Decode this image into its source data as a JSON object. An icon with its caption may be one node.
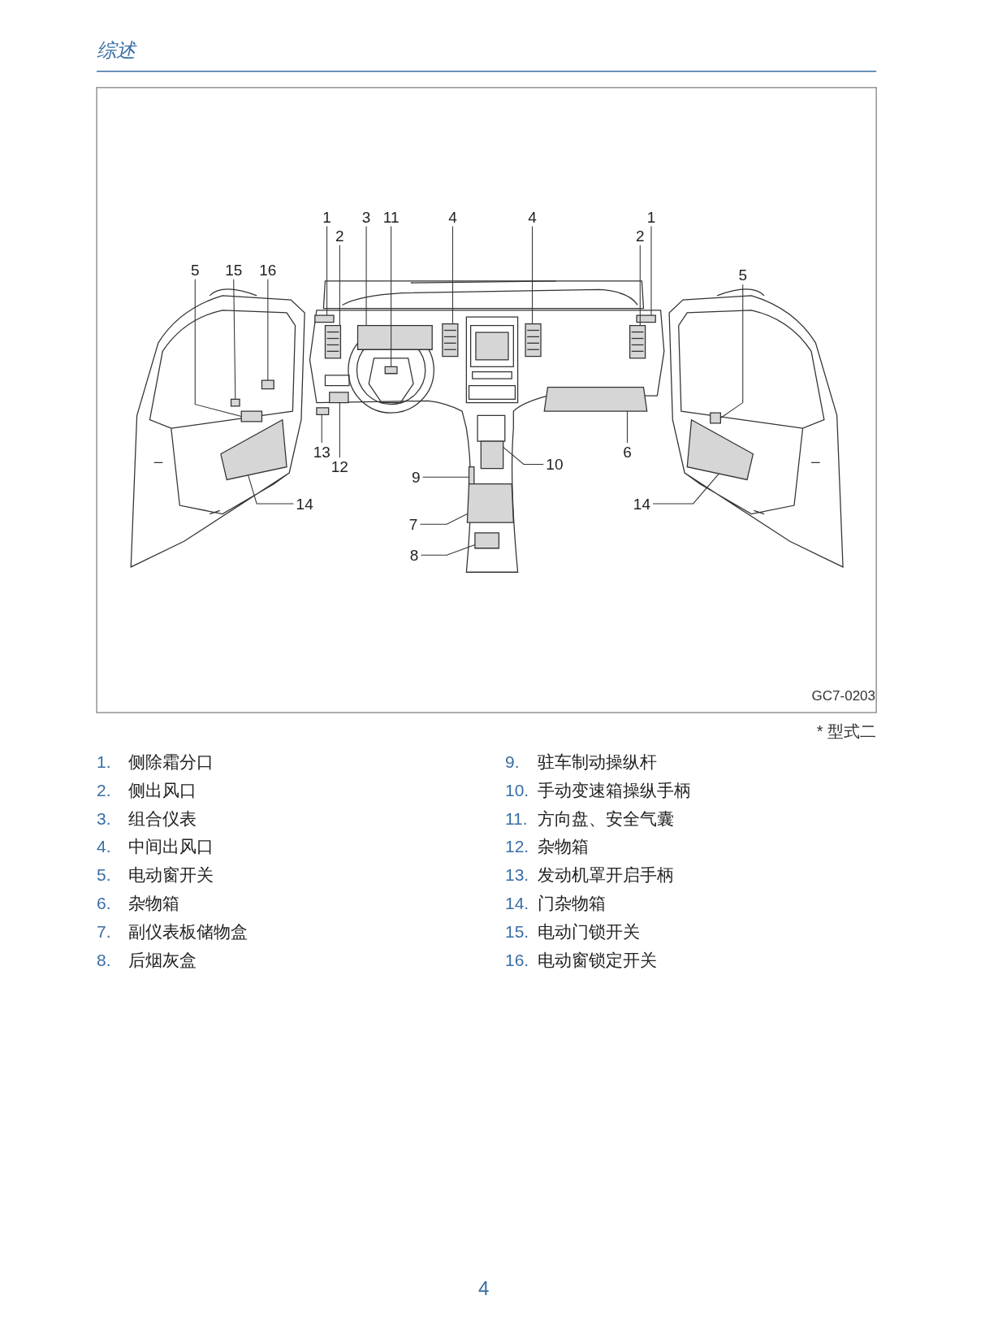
{
  "diagram": {
    "title": "综述",
    "nodes": [
      {
        "text": [
          "1"
        ]
      },
      {
        "text": [
          "2"
        ]
      },
      {
        "text": [
          "3"
        ]
      },
      {
        "text": [
          "11"
        ]
      },
      {
        "text": [
          "4"
        ]
      },
      {
        "text": [
          "4"
        ]
      },
      {
        "text": [
          "1"
        ]
      },
      {
        "text": [
          "2"
        ]
      },
      {
        "text": [
          "5"
        ]
      },
      {
        "text": [
          "15"
        ]
      },
      {
        "text": [
          "16"
        ]
      },
      {
        "text": [
          "5"
        ]
      },
      {
        "text": [
          "13"
        ]
      },
      {
        "text": [
          "12"
        ]
      },
      {
        "text": [
          "9"
        ]
      },
      {
        "text": [
          "10"
        ]
      },
      {
        "text": [
          "6"
        ]
      },
      {
        "text": [
          "14"
        ]
      },
      {
        "text": [
          "14"
        ]
      },
      {
        "text": [
          "7"
        ]
      },
      {
        "text": [
          "8"
        ]
      },
      {
        "text": [],
        "shape": "box"
      },
      {
        "text": [],
        "shape": "box"
      },
      {
        "text": [],
        "shape": "box"
      },
      {
        "text": [],
        "shape": "box"
      },
      {
        "text": [],
        "shape": "box"
      },
      {
        "text": [],
        "shape": "box"
      },
      {
        "text": [],
        "shape": "box"
      },
      {
        "text": [],
        "shape": "box"
      },
      {
        "text": [],
        "shape": "box"
      },
      {
        "text": [],
        "shape": "box"
      },
      {
        "text": [],
        "shape": "box"
      },
      {
        "text": [],
        "shape": "box"
      },
      {
        "text": [],
        "shape": "box"
      },
      {
        "text": [],
        "shape": "box"
      },
      {
        "text": [],
        "shape": "box"
      },
      {
        "text": [],
        "shape": "box"
      },
      {
        "text": [],
        "shape": "box"
      },
      {
        "text": [],
        "shape": "box"
      },
      {
        "text": [],
        "shape": "box"
      },
      {
        "text": [],
        "shape": "box"
      },
      {
        "text": [],
        "shape": "box"
      }
    ],
    "edges": [
      {
        "from": 0,
        "to": 21,
        "arrow": "none"
      },
      {
        "from": 1,
        "to": 22,
        "arrow": "none"
      },
      {
        "from": 2,
        "to": 23,
        "arrow": "none"
      },
      {
        "from": 3,
        "to": 24,
        "arrow": "none"
      },
      {
        "from": 4,
        "to": 25,
        "arrow": "none"
      },
      {
        "from": 5,
        "to": 26,
        "arrow": "none"
      },
      {
        "from": 6,
        "to": 27,
        "arrow": "none"
      },
      {
        "from": 7,
        "to": 28,
        "arrow": "none"
      },
      {
        "from": 8,
        "to": 29,
        "arrow": "none"
      },
      {
        "from": 9,
        "to": 30,
        "arrow": "none"
      },
      {
        "from": 10,
        "to": 31,
        "arrow": "none"
      },
      {
        "from": 11,
        "to": 32,
        "arrow": "none"
      },
      {
        "from": 12,
        "to": 33,
        "arrow": "none"
      },
      {
        "from": 13,
        "to": 34,
        "arrow": "none"
      },
      {
        "from": 14,
        "to": 35,
        "arrow": "none"
      },
      {
        "from": 15,
        "to": 36,
        "arrow": "none"
      },
      {
        "from": 16,
        "to": 37,
        "arrow": "none"
      },
      {
        "from": 17,
        "to": 38,
        "arrow": "none"
      },
      {
        "from": 18,
        "to": 39,
        "arrow": "none"
      },
      {
        "from": 19,
        "to": 40,
        "arrow": "none"
      },
      {
        "from": 20,
        "to": 41,
        "arrow": "none"
      }
    ],
    "labels": [
      "GC7-0203",
      "* 型式二",
      "1.",
      "侧除霜分口",
      "9.",
      "驻车制动操纵杆",
      "2.",
      "侧出风口",
      "10.",
      "手动变速箱操纵手柄",
      "3.",
      "组合仪表",
      "11.",
      "方向盘、安全气囊",
      "4.",
      "中间出风口",
      "12.",
      "杂物箱",
      "5.",
      "电动窗开关",
      "13.",
      "发动机罩开启手柄",
      "6.",
      "杂物箱",
      "14.",
      "门杂物箱",
      "7.",
      "副仪表板储物盒",
      "15.",
      "电动门锁开关",
      "8.",
      "后烟灰盒",
      "16.",
      "电动窗锁定开关",
      "4"
    ]
  }
}
